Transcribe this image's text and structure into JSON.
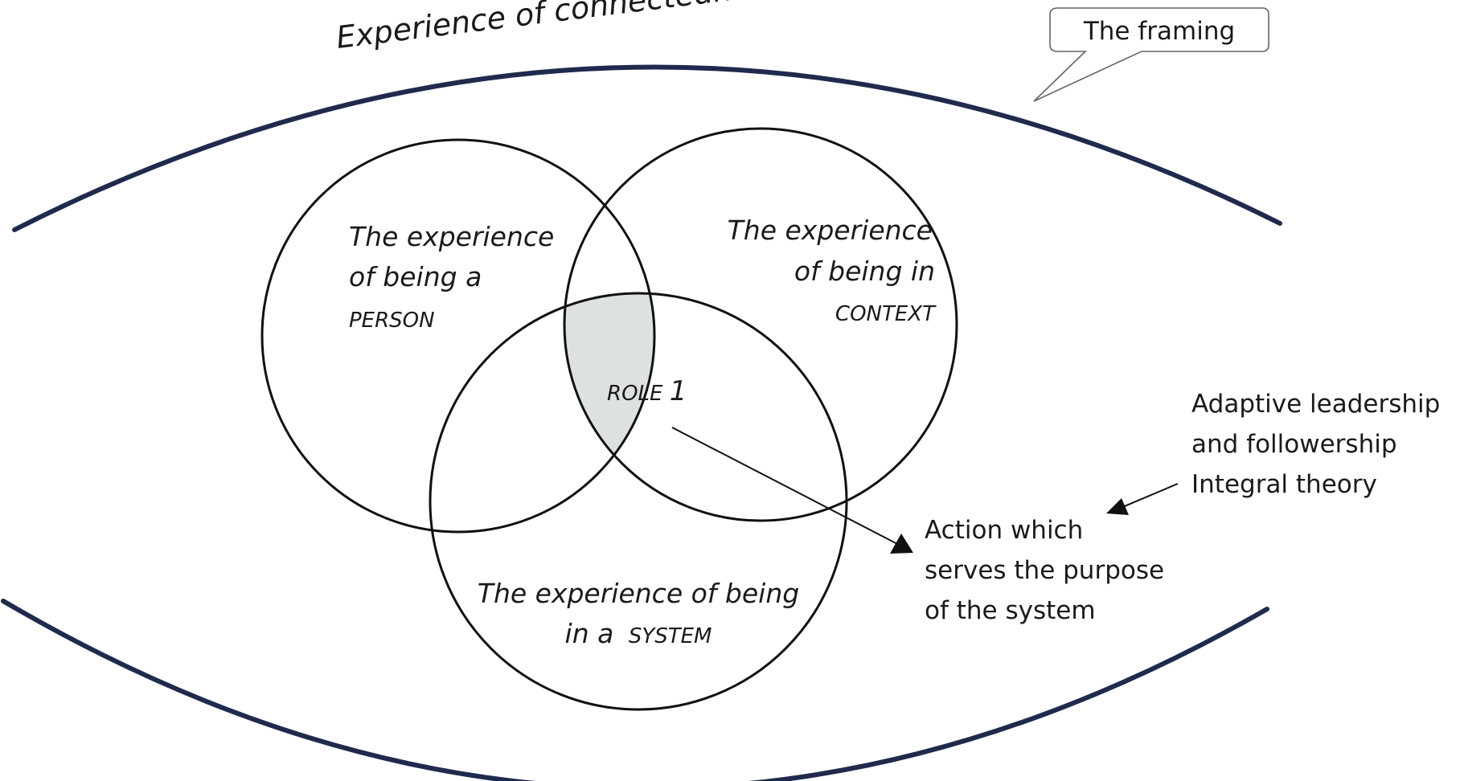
{
  "diagram": {
    "title": "Experience of connectedness and source",
    "callout": "The framing",
    "person_circle": {
      "line1": "The experience",
      "line2": "of being a",
      "emphasis": "PERSON"
    },
    "context_circle": {
      "line1": "The experience",
      "line2": "of being in",
      "emphasis": "CONTEXT"
    },
    "system_circle": {
      "line1": "The experience of being",
      "line2_prefix": "in a",
      "emphasis": "SYSTEM"
    },
    "role": {
      "label": "ROLE",
      "number": "1"
    },
    "action": {
      "line1": "Action which",
      "line2": "serves the purpose",
      "line3": "of the system"
    },
    "theories": {
      "line1": "Adaptive leadership",
      "line2": "and followership",
      "line3": "Integral theory"
    },
    "colors": {
      "arc": "#1f2a4d",
      "role_fill": "#dde1e1",
      "stroke": "#111111"
    }
  }
}
